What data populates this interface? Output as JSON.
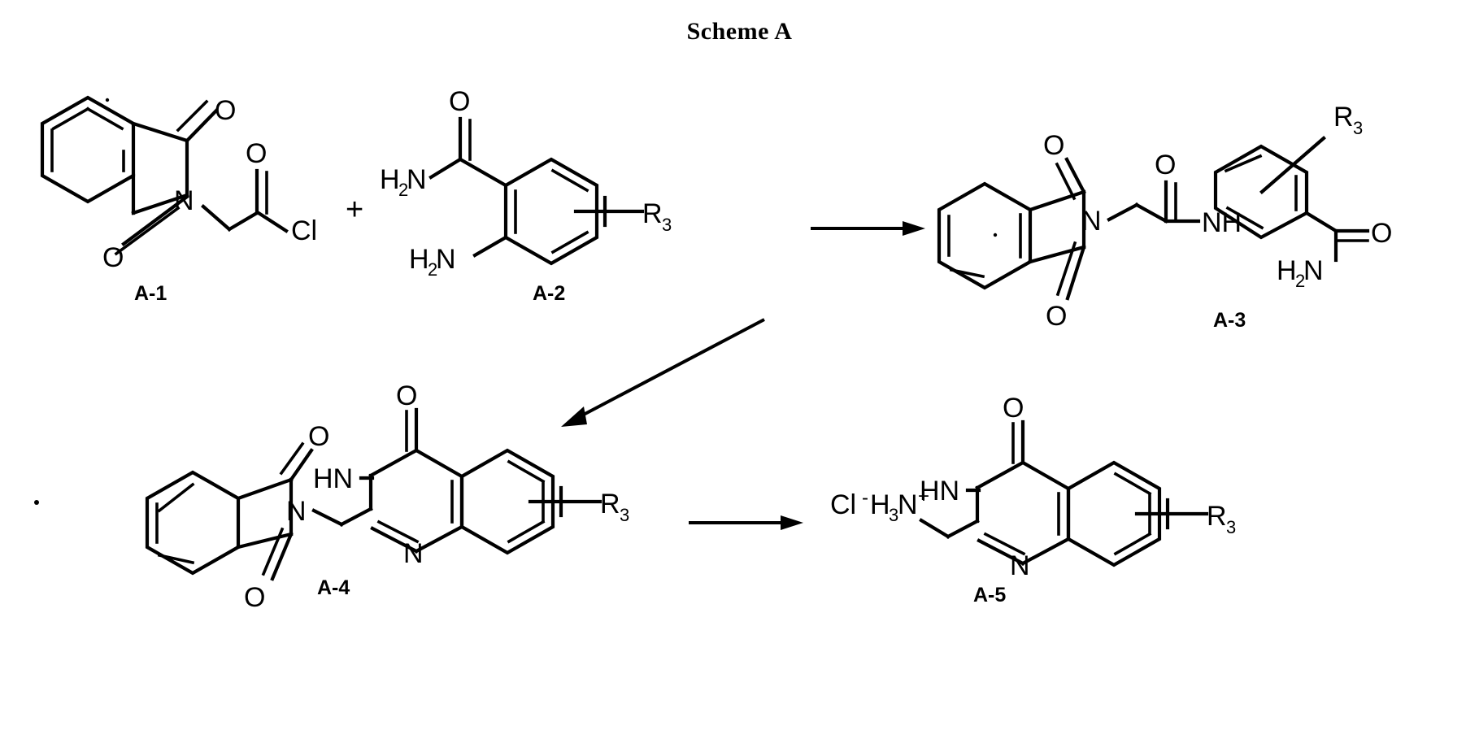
{
  "title": "Scheme A",
  "diagram": {
    "type": "chemical-reaction-scheme",
    "compounds": [
      {
        "id": "A-1",
        "label": "A-1",
        "name": "phthalimidoacetyl chloride",
        "atom_labels": [
          "O",
          "N",
          "O",
          "O",
          "Cl"
        ]
      },
      {
        "id": "A-2",
        "label": "A-2",
        "name": "2-aminobenzamide (anthranilamide)",
        "atom_labels": [
          "O",
          "H2N",
          "H2N",
          "R3"
        ]
      },
      {
        "id": "A-3",
        "label": "A-3",
        "name": "phthalimidoacetamido benzamide",
        "atom_labels": [
          "O",
          "N",
          "O",
          "O",
          "NH",
          "O",
          "H2N",
          "R3"
        ]
      },
      {
        "id": "A-4",
        "label": "A-4",
        "name": "2-(phthalimidomethyl)quinazolin-4(3H)-one",
        "atom_labels": [
          "O",
          "N",
          "O",
          "HN",
          "O",
          "N",
          "R3"
        ]
      },
      {
        "id": "A-5",
        "label": "A-5",
        "name": "2-(aminomethyl)quinazolin-4(3H)-one hydrochloride",
        "atom_labels": [
          "Cl-H3N+",
          "HN",
          "O",
          "N",
          "R3"
        ]
      }
    ],
    "operators": [
      {
        "id": "plus-1",
        "symbol": "+"
      }
    ],
    "arrows": [
      {
        "id": "arrow-1",
        "from": "A-2",
        "to": "A-3",
        "direction": "right"
      },
      {
        "id": "arrow-2",
        "from": "A-3",
        "to": "A-4",
        "direction": "down-left"
      },
      {
        "id": "arrow-3",
        "from": "A-4",
        "to": "A-5",
        "direction": "right"
      }
    ],
    "atom_text": {
      "O": "O",
      "N": "N",
      "Cl": "Cl",
      "NH": "NH",
      "HN": "HN",
      "H": "H",
      "sub2": "2",
      "sub3": "3",
      "R": "R",
      "plus": "+",
      "minus": "-",
      "H2N": "H",
      "H3N": "H"
    },
    "substituent": {
      "letter": "R",
      "subscript": "3"
    },
    "colors": {
      "ink": "#000000",
      "paper": "#ffffff"
    }
  }
}
